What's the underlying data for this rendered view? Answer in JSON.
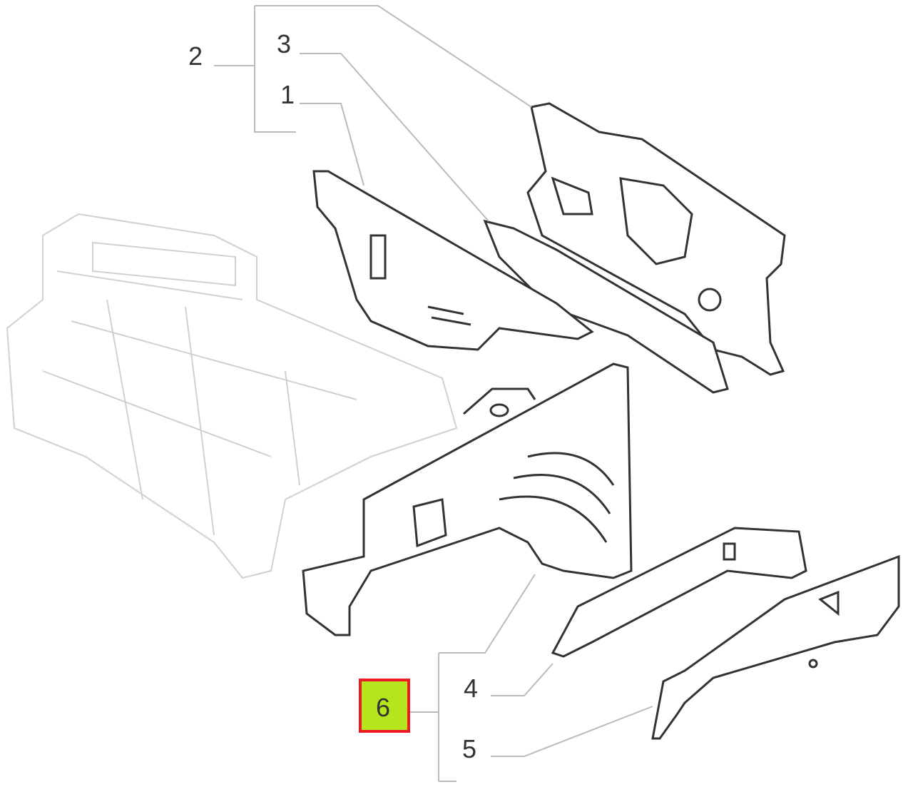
{
  "diagram": {
    "callouts": [
      {
        "id": "label-2",
        "text": "2"
      },
      {
        "id": "label-3",
        "text": "3"
      },
      {
        "id": "label-1",
        "text": "1"
      },
      {
        "id": "label-4",
        "text": "4"
      },
      {
        "id": "label-5",
        "text": "5"
      },
      {
        "id": "label-6",
        "text": "6"
      }
    ],
    "highlighted": "6",
    "colors": {
      "highlight_fill": "#b5e61d",
      "highlight_border": "#ed1c24",
      "line": "#333333",
      "leader": "#bbbbbb",
      "ghost": "#cccccc"
    }
  }
}
